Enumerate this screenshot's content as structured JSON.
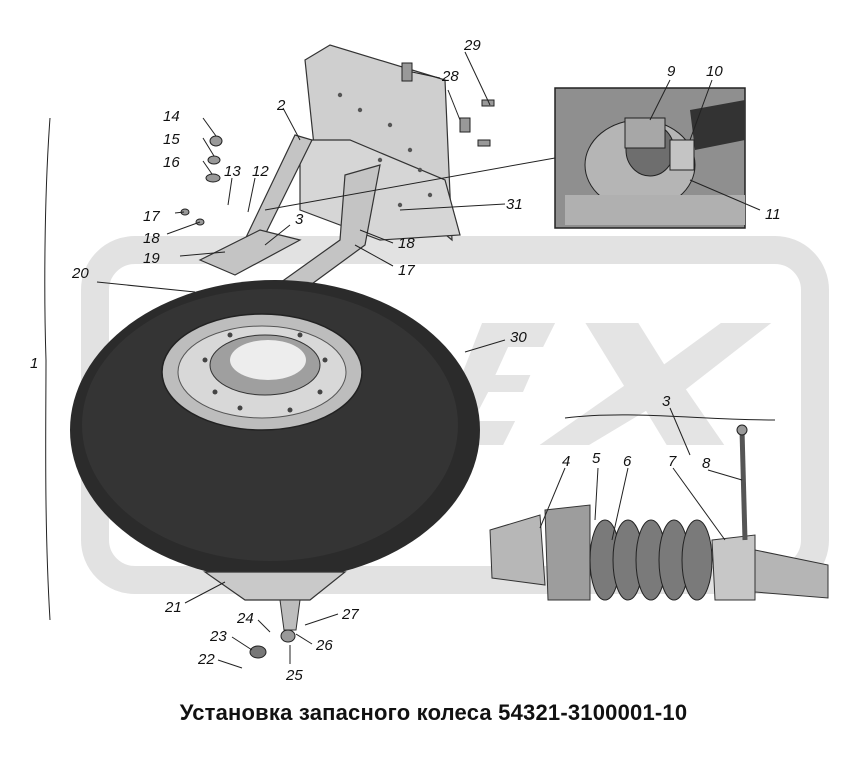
{
  "caption": "Установка запасного колеса 54321-3100001-10",
  "watermark_letters": "EX",
  "callouts": {
    "c1": "1",
    "c2": "2",
    "c3a": "3",
    "c3b": "3",
    "c4": "4",
    "c5": "5",
    "c6": "6",
    "c7": "7",
    "c8": "8",
    "c9": "9",
    "c10": "10",
    "c11": "11",
    "c12": "12",
    "c13": "13",
    "c14": "14",
    "c15": "15",
    "c16": "16",
    "c17a": "17",
    "c17b": "17",
    "c18a": "18",
    "c18b": "18",
    "c19": "19",
    "c20": "20",
    "c21": "21",
    "c22": "22",
    "c23": "23",
    "c24": "24",
    "c25": "25",
    "c26": "26",
    "c27": "27",
    "c28": "28",
    "c29": "29",
    "c30": "30",
    "c31": "31"
  },
  "colors": {
    "tire": "#2f2f2f",
    "rim": "#b9b9b9",
    "bracket": "#c8c8c8",
    "watermark": "#d9d9d9",
    "spring": "#6b6b6b"
  }
}
